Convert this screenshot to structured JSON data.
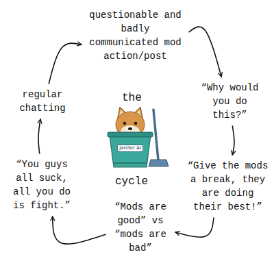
{
  "diagram": {
    "nodes": [
      {
        "text": [
          "questionable and badly communicated mod action/post"
        ]
      },
      {
        "text": [
          "“Why would you do this?”"
        ]
      },
      {
        "text": [
          "“Give the mods a break, they are doing their best!”"
        ]
      },
      {
        "text": [
          "“Mods are good” vs “mods are bad”"
        ]
      },
      {
        "text": [
          "“You guys all suck, all you do is fight.”"
        ]
      },
      {
        "text": [
          "regular chatting"
        ]
      }
    ],
    "edges": [
      {
        "from": 0,
        "to": 1,
        "arrow": "to"
      },
      {
        "from": 1,
        "to": 2,
        "arrow": "to"
      },
      {
        "from": 2,
        "to": 3,
        "arrow": "to"
      },
      {
        "from": 3,
        "to": 4,
        "arrow": "to"
      },
      {
        "from": 4,
        "to": 5,
        "arrow": "to"
      },
      {
        "from": 5,
        "to": 0,
        "arrow": "to"
      }
    ],
    "labels": [
      "the",
      "Janitor AI",
      "cycle"
    ]
  }
}
